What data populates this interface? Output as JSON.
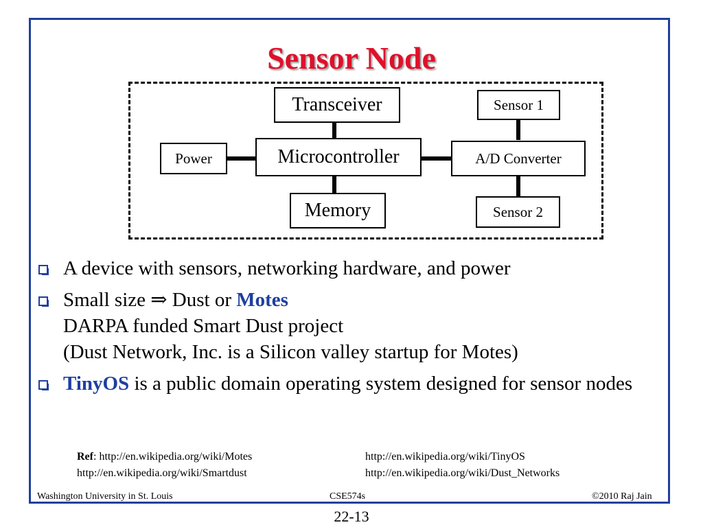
{
  "slide": {
    "title": "Sensor Node"
  },
  "diagram": {
    "transceiver": "Transceiver",
    "microcontroller": "Microcontroller",
    "memory": "Memory",
    "power": "Power",
    "sensor1": "Sensor 1",
    "ad_converter": "A/D Converter",
    "sensor2": "Sensor 2"
  },
  "bullets": {
    "b1": "A device with sensors, networking hardware, and power",
    "b2_prefix": "Small size ⇒ Dust or ",
    "b2_highlight": "Motes",
    "b2_line2": "DARPA funded Smart Dust project",
    "b2_line3": "(Dust Network, Inc. is a Silicon valley startup for Motes)",
    "b3_highlight": "TinyOS",
    "b3_rest": " is a public domain operating system designed for sensor nodes"
  },
  "refs": {
    "label": "Ref",
    "colon": ": ",
    "link1": "http://en.wikipedia.org/wiki/Motes",
    "link2": "http://en.wikipedia.org/wiki/TinyOS",
    "link3": "http://en.wikipedia.org/wiki/Smartdust",
    "link4": "http://en.wikipedia.org/wiki/Dust_Networks"
  },
  "footer": {
    "left": "Washington University in St. Louis",
    "center": "CSE574s",
    "right": "©2010 Raj Jain"
  },
  "page_number": "22-13"
}
